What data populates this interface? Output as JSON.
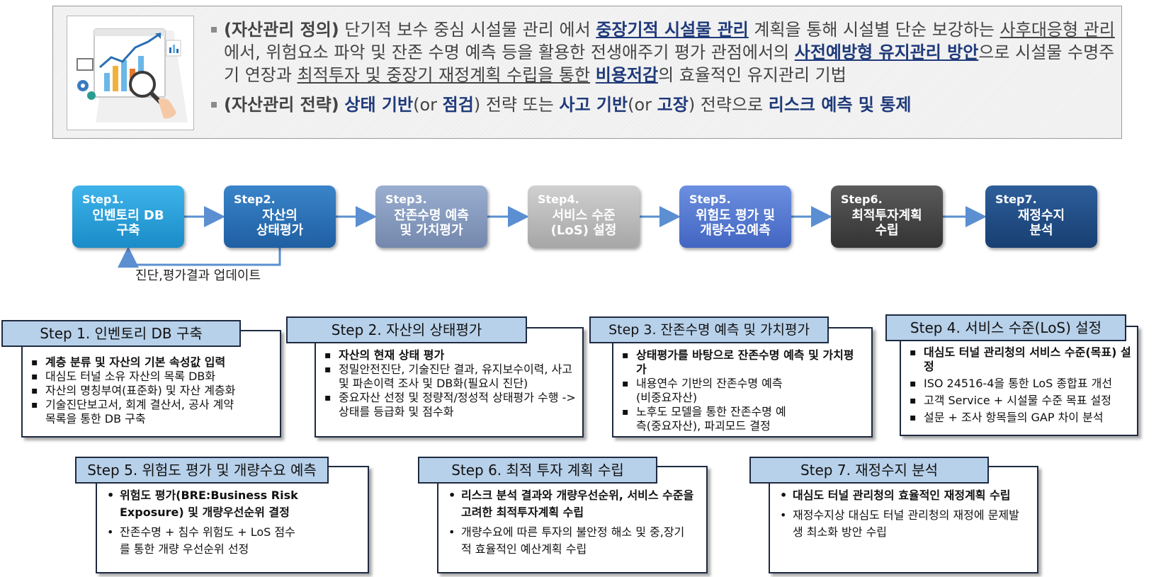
{
  "definition": {
    "para1": {
      "label": "(자산관리 정의)",
      "t1": " 단기적 보수 중심 시설물 관리 에서 ",
      "h1": "중장기적 시설물 관리",
      "t2": " 계획을 통해 시설별 단순 보강하는 ",
      "h2": "사후대응형 관리",
      "t3": "에서, 위험요소 파악 및 잔존 수명 예측 등을 활용한 전생애주기 평가 관점에서의 ",
      "h3": "사전예방형 유지관리 방안",
      "t4": "으로 시설물 수명주기 연장과 ",
      "h4": "최적투자 및 중장기 재정계획 수립을 통한",
      "t5": " ",
      "h5": "비용저감",
      "t6": "의 효율적인 유지관리 기법"
    },
    "para2": {
      "label": "(자산관리 전략)",
      "t1": " ",
      "h1": "상태 기반",
      "t2": "(or ",
      "h2": "점검",
      "t3": ") 전략 또는 ",
      "h3": "사고 기반",
      "t4": "(or ",
      "h4": "고장",
      "t5": ") 전략으로 ",
      "h5": "리스크 예측 및 통제"
    }
  },
  "flow": {
    "steps": [
      {
        "num": "Step1.",
        "title": "인벤토리 DB\n구축"
      },
      {
        "num": "Step2.",
        "title": "자산의\n상태평가"
      },
      {
        "num": "Step3.",
        "title": "잔존수명 예측\n및 가치평가"
      },
      {
        "num": "Step4.",
        "title": "서비스 수준\n(LoS) 설정"
      },
      {
        "num": "Step5.",
        "title": "위험도 평가 및\n개량수요예측"
      },
      {
        "num": "Step6.",
        "title": "최적투자계획\n수립"
      },
      {
        "num": "Step7.",
        "title": "재정수지\n분석"
      }
    ],
    "update_label": "진단,평가결과 업데이트"
  },
  "cards": [
    {
      "title": "Step 1. 인벤토리 DB 구축",
      "items": [
        {
          "text": "계층 분류 및 자산의 기본 속성값 입력",
          "bold": true
        },
        {
          "text": "대심도 터널 소유 자산의 목록 DB화"
        },
        {
          "text": "자산의 명칭부여(표준화) 및 자산 계층화"
        },
        {
          "text": "기술진단보고서, 회계 결산서, 공사 계약목록을 통한 DB 구축"
        }
      ]
    },
    {
      "title": "Step 2. 자산의 상태평가",
      "items": [
        {
          "text": "자산의 현재 상태 평가",
          "bold": true
        },
        {
          "text": "정밀안전진단, 기술진단 결과, 유지보수이력, 사고 및 파손이력 조사 및 DB화(필요시 진단)"
        },
        {
          "text": "중요자산 선정 및 정량적/정성적 상태평가 수행 -> 상태를 등급화 및 점수화"
        }
      ]
    },
    {
      "title": "Step 3. 잔존수명 예측 및 가치평가",
      "items": [
        {
          "text": "상태평가를 바탕으로 잔존수명 예측 및 가치평가",
          "bold": true
        },
        {
          "text": "내용연수 기반의 잔존수명 예측(비중요자산)"
        },
        {
          "text": "노후도 모델을 통한 잔존수명 예측(중요자산), 파괴모드 결정"
        }
      ]
    },
    {
      "title": "Step 4. 서비스 수준(LoS) 설정",
      "items": [
        {
          "text": "대심도 터널 관리청의 서비스 수준(목표) 설정",
          "bold": true
        },
        {
          "text": "ISO 24516-4을 통한 LoS 종합표 개선"
        },
        {
          "text": "고객 Service + 시설물 수준 목표 설정"
        },
        {
          "text": "설문 + 조사 항목들의 GAP 차이 분석"
        }
      ]
    },
    {
      "title": "Step 5. 위험도 평가 및 개량수요 예측",
      "items": [
        {
          "text": "위험도 평가(BRE:Business Risk Exposure) 및 개량우선순위 결정",
          "bold": true
        },
        {
          "text": "잔존수명 + 침수 위험도 + LoS 점수를 통한 개량 우선순위 선정"
        }
      ]
    },
    {
      "title": "Step 6. 최적 투자 계획 수립",
      "items": [
        {
          "text": "리스크 분석 결과와 개량우선순위, 서비스 수준을 고려한 최적투자계획 수립",
          "bold": true
        },
        {
          "text": "개량수요에 따른 투자의 불안정 해소 및 중,장기적 효율적인 예산계획 수립"
        }
      ]
    },
    {
      "title": "Step 7. 재정수지 분석",
      "items": [
        {
          "text": "대심도 터널 관리청의 효율적인 재정계획 수립",
          "bold": true
        },
        {
          "text": "재정수지상 대심도 터널 관리청의 재정에 문제발생 최소화 방안 수립"
        }
      ]
    }
  ]
}
